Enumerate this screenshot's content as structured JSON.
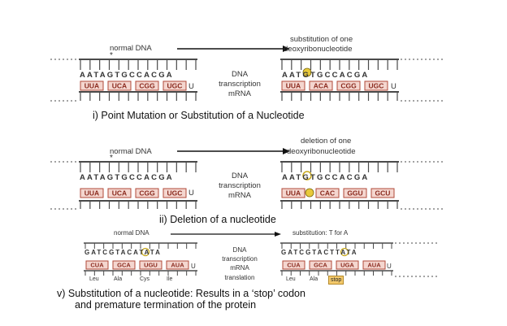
{
  "colors": {
    "strand": "#4a4a4a",
    "codon_fill": "#f4d6cf",
    "codon_border": "#b04a3a",
    "codon_text": "#8a2a1e",
    "mutation_marker": "#e8c93a",
    "stop_fill": "#f3c96b"
  },
  "panel1": {
    "normal_label": "normal DNA",
    "right_label_line1": "substitution of one",
    "right_label_line2": "deoxyribonucleotide",
    "center_line1": "DNA",
    "center_line2": "transcription",
    "center_line3": "mRNA",
    "left_dna": "AATAGTGCCACGA",
    "right_dna": "AATGTGCCACGA",
    "left_codons": [
      "UUA",
      "UCA",
      "CGG",
      "UGC"
    ],
    "right_codons": [
      "UUA",
      "ACA",
      "CGG",
      "UGC"
    ],
    "trailing": "U",
    "caption": "i) Point Mutation or Substitution of a Nucleotide"
  },
  "panel2": {
    "normal_label": "normal DNA",
    "right_label_line1": "deletion of one",
    "right_label_line2": "deoxyribonucleotide",
    "center_line1": "DNA",
    "center_line2": "transcription",
    "center_line3": "mRNA",
    "left_dna": "AATAGTGCCACGA",
    "right_dna": "AATGTGCCACGA",
    "left_codons": [
      "UUA",
      "UCA",
      "CGG",
      "UGC"
    ],
    "right_codons": [
      "UUA",
      "CAC",
      "GGU",
      "GCU"
    ],
    "trailing": "U",
    "caption": "ii) Deletion of a nucleotide"
  },
  "panel3": {
    "normal_label": "normal DNA",
    "right_label": "substitution: T for A",
    "center_line1": "DNA",
    "center_line2": "transcription",
    "center_line3": "mRNA",
    "center_line4": "translation",
    "left_dna": "GATCGTACATATA",
    "right_dna": "GATCGTACTTATA",
    "left_codons": [
      "CUA",
      "GCA",
      "UGU",
      "AUA"
    ],
    "right_codons": [
      "CUA",
      "GCA",
      "UGA",
      "AUA"
    ],
    "trailing": "U",
    "left_aa": [
      "Leu",
      "Ala",
      "Cys",
      "Ile"
    ],
    "right_aa": [
      "Leu",
      "Ala"
    ],
    "stop_label": "stop",
    "caption_line1": "v) Substitution of a nucleotide: Results in a ‘stop’ codon",
    "caption_line2": "and premature termination of the protein"
  }
}
